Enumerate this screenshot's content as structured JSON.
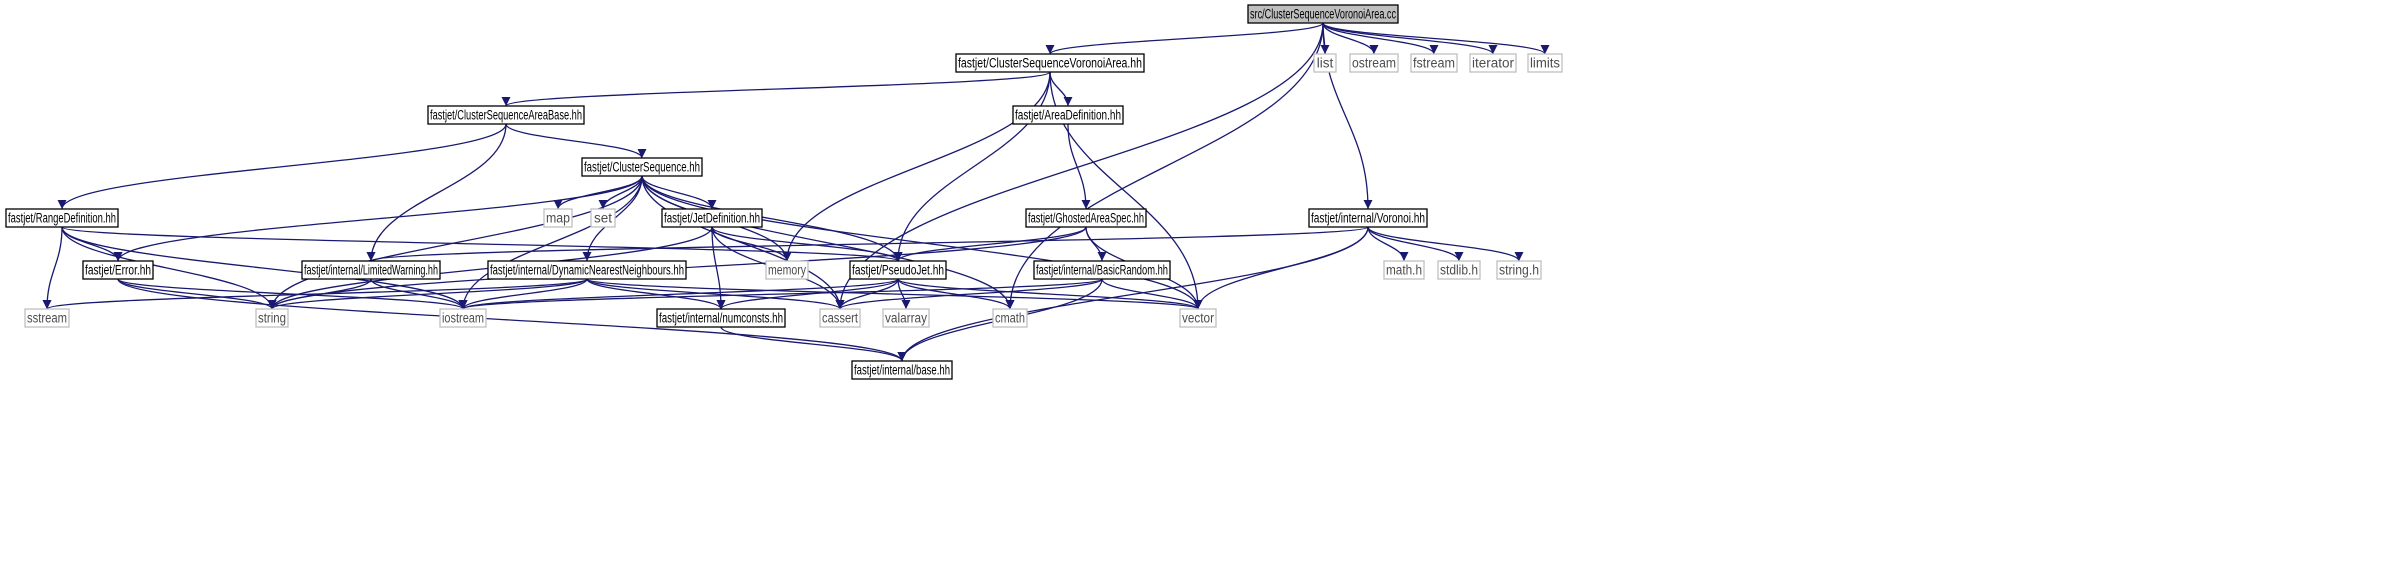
{
  "colors": {
    "edge": "#191970",
    "header_border": "#000000",
    "system_border": "#bfbfbf",
    "system_text": "#4d4d4d",
    "root_fill": "#bfbfbf",
    "node_fill": "#ffffff"
  },
  "nodes": {
    "root": "src/ClusterSequenceVoronoiArea.cc",
    "csva": "fastjet/ClusterSequenceVoronoiArea.hh",
    "list": "list",
    "ostream": "ostream",
    "fstream": "fstream",
    "iterator": "iterator",
    "limits": "limits",
    "csab": "fastjet/ClusterSequenceAreaBase.hh",
    "areadef": "fastjet/AreaDefinition.hh",
    "cs": "fastjet/ClusterSequence.hh",
    "rangedef": "fastjet/RangeDefinition.hh",
    "map": "map",
    "set": "set",
    "jetdef": "fastjet/JetDefinition.hh",
    "ghosted": "fastjet/GhostedAreaSpec.hh",
    "voronoi": "fastjet/internal/Voronoi.hh",
    "error": "fastjet/Error.hh",
    "limwarn": "fastjet/internal/LimitedWarning.hh",
    "dnn": "fastjet/internal/DynamicNearestNeighbours.hh",
    "memory": "memory",
    "pseudojet": "fastjet/PseudoJet.hh",
    "basicrandom": "fastjet/internal/BasicRandom.hh",
    "mathh": "math.h",
    "stdlibh": "stdlib.h",
    "stringh": "string.h",
    "sstream": "sstream",
    "string": "string",
    "iostream": "iostream",
    "numconsts": "fastjet/internal/numconsts.hh",
    "cassert": "cassert",
    "valarray": "valarray",
    "cmath": "cmath",
    "vector": "vector",
    "base": "fastjet/internal/base.hh"
  },
  "edges": [
    [
      "root",
      "csva"
    ],
    [
      "root",
      "list"
    ],
    [
      "root",
      "ostream"
    ],
    [
      "root",
      "fstream"
    ],
    [
      "root",
      "iterator"
    ],
    [
      "root",
      "limits"
    ],
    [
      "root",
      "voronoi"
    ],
    [
      "root",
      "cassert"
    ],
    [
      "root",
      "cmath"
    ],
    [
      "csva",
      "csab"
    ],
    [
      "csva",
      "areadef"
    ],
    [
      "csva",
      "memory"
    ],
    [
      "csva",
      "pseudojet"
    ],
    [
      "csva",
      "vector"
    ],
    [
      "csab",
      "rangedef"
    ],
    [
      "csab",
      "cs"
    ],
    [
      "csab",
      "limwarn"
    ],
    [
      "areadef",
      "ghosted"
    ],
    [
      "cs",
      "map"
    ],
    [
      "cs",
      "set"
    ],
    [
      "cs",
      "jetdef"
    ],
    [
      "cs",
      "error"
    ],
    [
      "cs",
      "dnn"
    ],
    [
      "cs",
      "memory"
    ],
    [
      "cs",
      "pseudojet"
    ],
    [
      "cs",
      "string"
    ],
    [
      "cs",
      "iostream"
    ],
    [
      "cs",
      "cassert"
    ],
    [
      "cs",
      "cmath"
    ],
    [
      "cs",
      "vector"
    ],
    [
      "rangedef",
      "error"
    ],
    [
      "rangedef",
      "pseudojet"
    ],
    [
      "rangedef",
      "sstream"
    ],
    [
      "rangedef",
      "string"
    ],
    [
      "rangedef",
      "iostream"
    ],
    [
      "jetdef",
      "pseudojet"
    ],
    [
      "jetdef",
      "memory"
    ],
    [
      "jetdef",
      "string"
    ],
    [
      "jetdef",
      "cassert"
    ],
    [
      "jetdef",
      "numconsts"
    ],
    [
      "ghosted",
      "pseudojet"
    ],
    [
      "ghosted",
      "basicrandom"
    ],
    [
      "ghosted",
      "vector"
    ],
    [
      "ghosted",
      "string"
    ],
    [
      "voronoi",
      "limwarn"
    ],
    [
      "voronoi",
      "mathh"
    ],
    [
      "voronoi",
      "stdlibh"
    ],
    [
      "voronoi",
      "stringh"
    ],
    [
      "voronoi",
      "vector"
    ],
    [
      "voronoi",
      "base"
    ],
    [
      "error",
      "string"
    ],
    [
      "error",
      "iostream"
    ],
    [
      "error",
      "base"
    ],
    [
      "limwarn",
      "string"
    ],
    [
      "limwarn",
      "iostream"
    ],
    [
      "dnn",
      "sstream"
    ],
    [
      "dnn",
      "string"
    ],
    [
      "dnn",
      "iostream"
    ],
    [
      "dnn",
      "cassert"
    ],
    [
      "dnn",
      "numconsts"
    ],
    [
      "dnn",
      "vector"
    ],
    [
      "pseudojet",
      "iostream"
    ],
    [
      "pseudojet",
      "numconsts"
    ],
    [
      "pseudojet",
      "cassert"
    ],
    [
      "pseudojet",
      "valarray"
    ],
    [
      "pseudojet",
      "cmath"
    ],
    [
      "pseudojet",
      "vector"
    ],
    [
      "basicrandom",
      "iostream"
    ],
    [
      "basicrandom",
      "cassert"
    ],
    [
      "basicrandom",
      "vector"
    ],
    [
      "basicrandom",
      "base"
    ],
    [
      "numconsts",
      "base"
    ]
  ]
}
